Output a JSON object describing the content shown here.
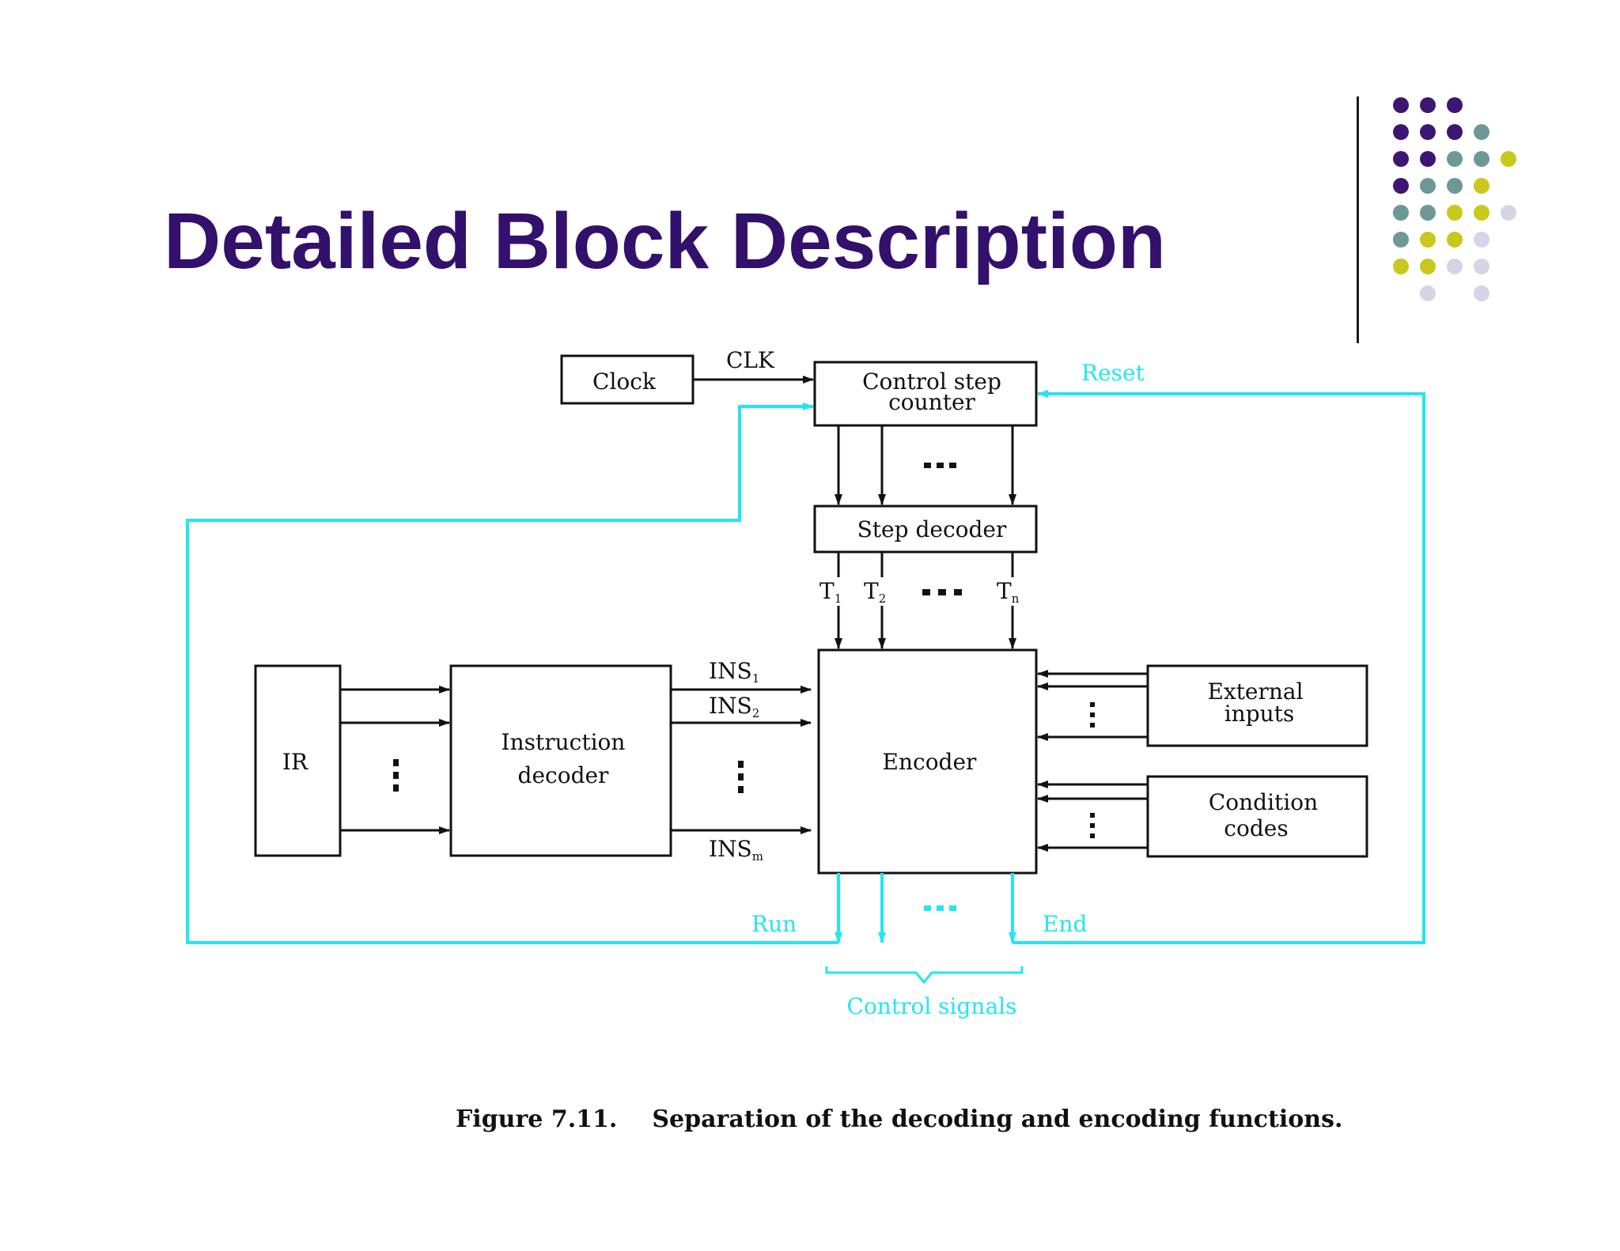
{
  "slide": {
    "title": "Detailed Block Description"
  },
  "theme": {
    "title_color": "#32106b",
    "cyan": "#22e6f0",
    "dot_colors": {
      "purple": "#3d1673",
      "teal": "#6e9896",
      "olive": "#c9c81c",
      "lavender": "#d7d4e8"
    }
  },
  "decor": {
    "dot_grid": [
      [
        "purple",
        "purple",
        "purple"
      ],
      [
        "purple",
        "purple",
        "purple",
        "teal"
      ],
      [
        "purple",
        "purple",
        "teal",
        "teal",
        "olive"
      ],
      [
        "purple",
        "teal",
        "teal",
        "olive"
      ],
      [
        "teal",
        "teal",
        "olive",
        "olive",
        "lavender"
      ],
      [
        "teal",
        "olive",
        "olive",
        "lavender"
      ],
      [
        "olive",
        "olive",
        "lavender",
        "lavender"
      ],
      [
        "",
        "lavender",
        "",
        "lavender"
      ]
    ]
  },
  "diagram": {
    "blocks": {
      "clock": "Clock",
      "counter_line1": "Control step",
      "counter_line2": "counter",
      "step_decoder": "Step decoder",
      "ir": "IR",
      "instr_line1": "Instruction",
      "instr_line2": "decoder",
      "encoder": "Encoder",
      "ext_line1": "External",
      "ext_line2": "inputs",
      "cond_line1": "Condition",
      "cond_line2": "codes"
    },
    "labels": {
      "clk": "CLK",
      "reset": "Reset",
      "run": "Run",
      "end": "End",
      "control_signals": "Control signals",
      "t_base": "T",
      "t_subs": [
        "1",
        "2",
        "n"
      ],
      "ins_base": "INS",
      "ins_subs": [
        "1",
        "2",
        "m"
      ]
    }
  },
  "caption": {
    "figure": "Figure 7.11.",
    "text": "Separation of the decoding and encoding functions."
  }
}
